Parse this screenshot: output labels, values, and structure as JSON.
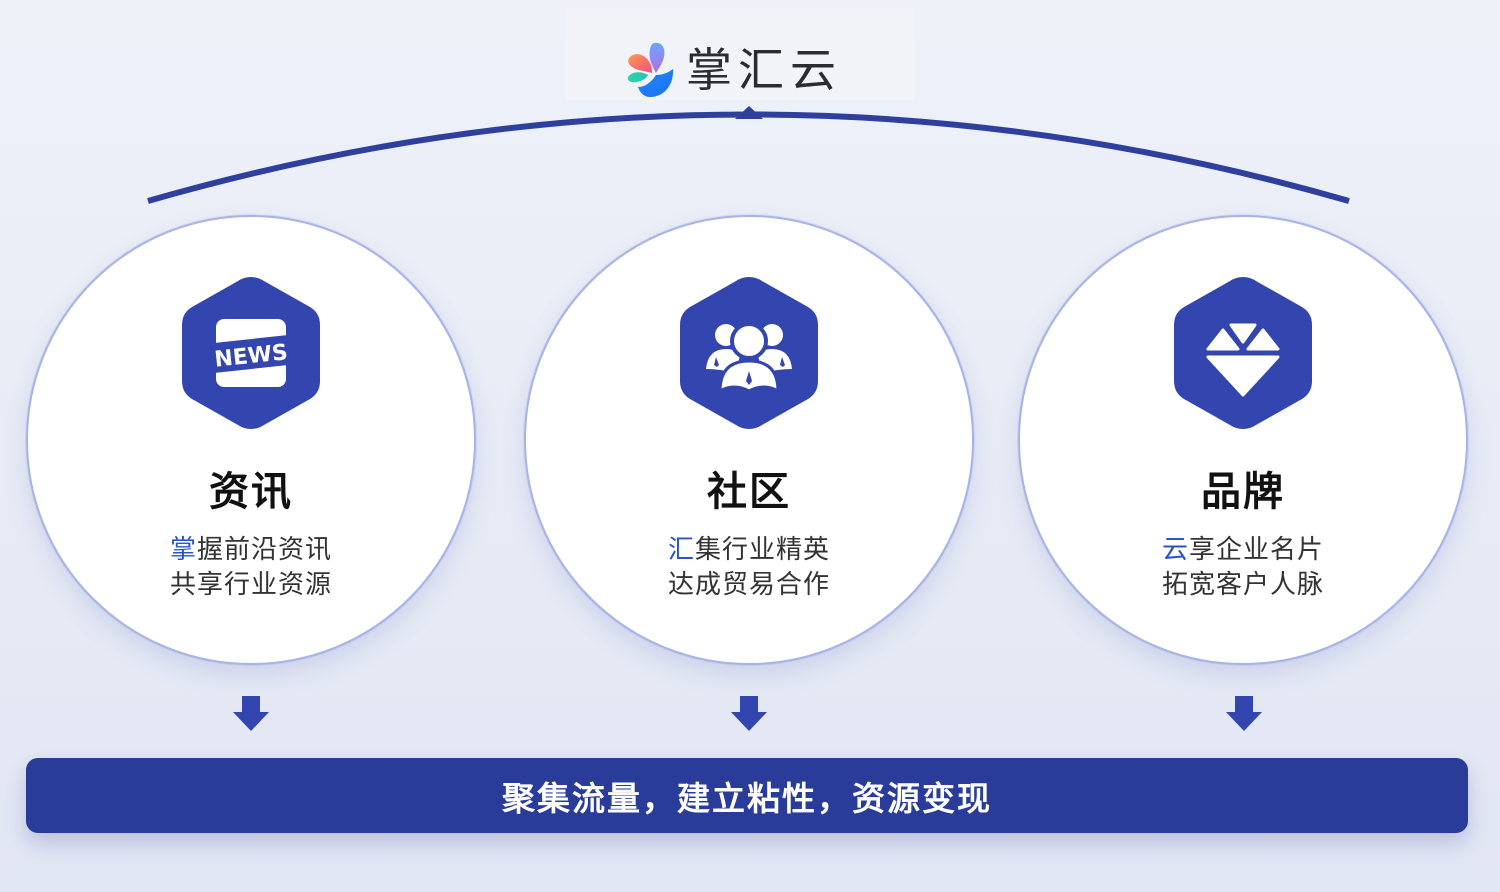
{
  "brand": {
    "name": "掌汇云",
    "colors": {
      "primary": "#2a3c9a",
      "icon": "#3346b0",
      "highlight": "#2a55c9"
    }
  },
  "pillars": [
    {
      "icon": "news-icon",
      "title": "资讯",
      "line1_highlight": "掌",
      "line1_rest": "握前沿资讯",
      "line2": "共享行业资源"
    },
    {
      "icon": "community-people-icon",
      "title": "社区",
      "line1_highlight": "汇",
      "line1_rest": "集行业精英",
      "line2": "达成贸易合作"
    },
    {
      "icon": "diamond-icon",
      "title": "品牌",
      "line1_highlight": "云",
      "line1_rest": "享企业名片",
      "line2": "拓宽客户人脉"
    }
  ],
  "footer": {
    "slogan": "聚集流量，建立粘性，资源变现"
  }
}
